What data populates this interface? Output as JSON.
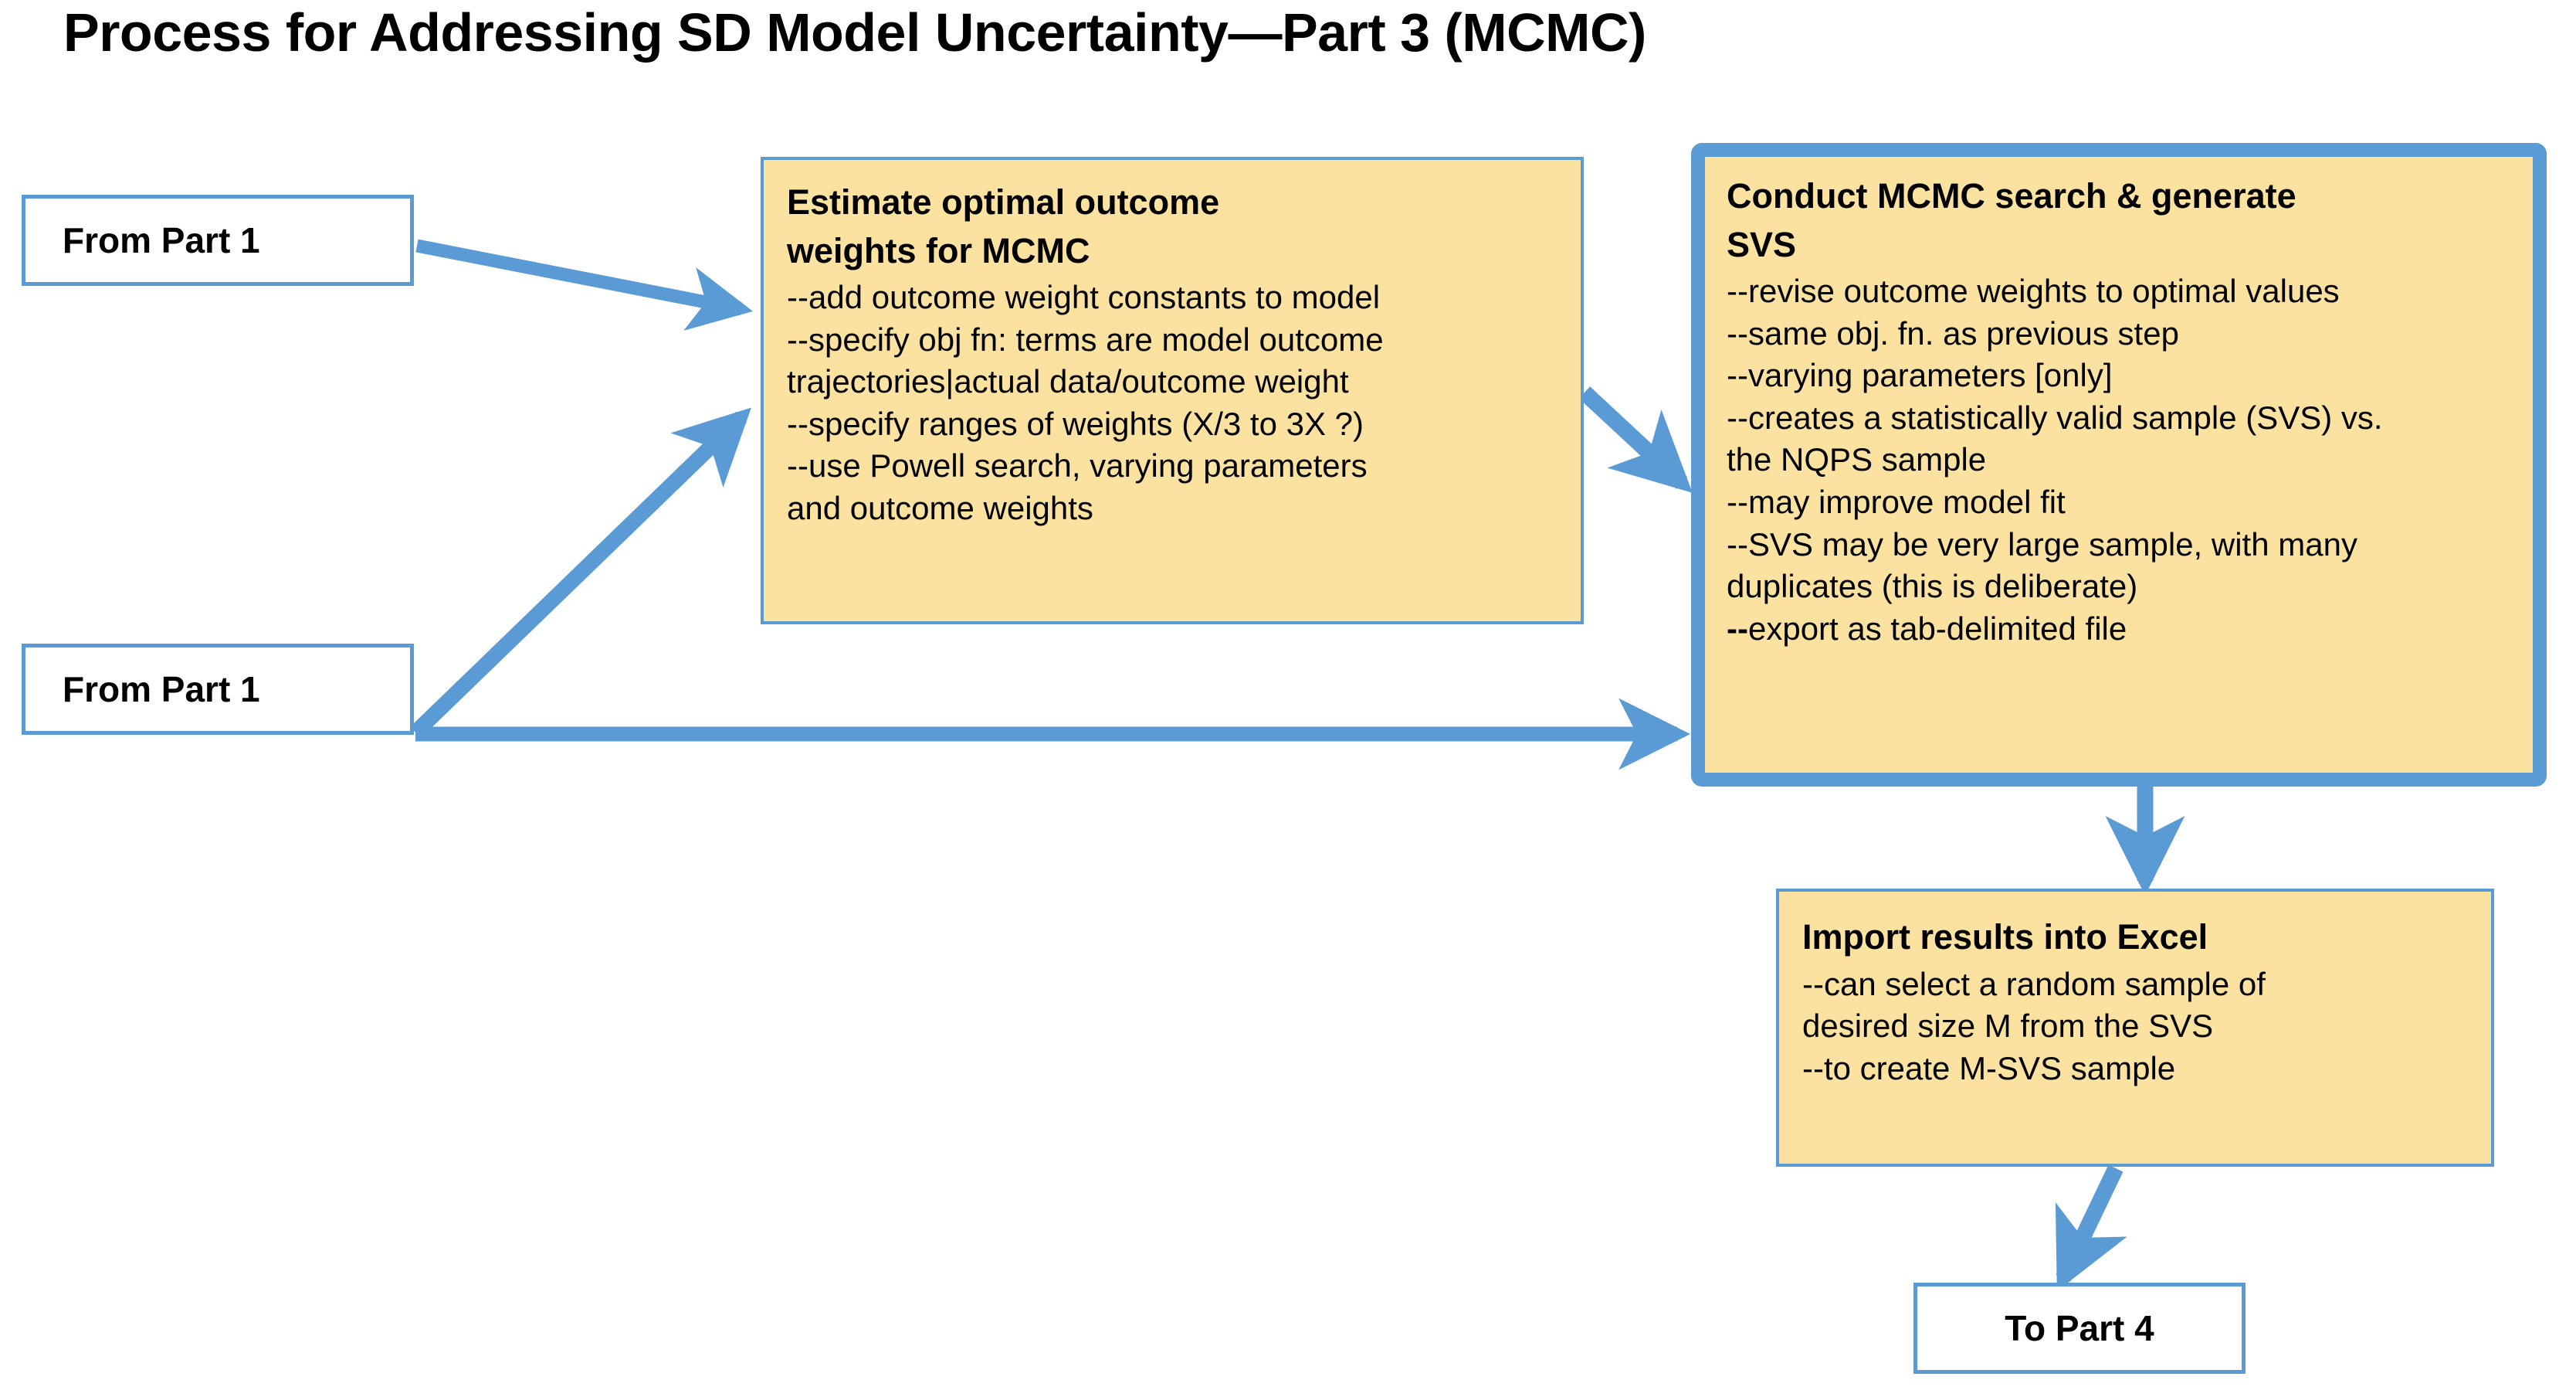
{
  "page": {
    "title": "Process for Addressing SD Model Uncertainty—Part 3 (MCMC)",
    "accent_color": "#5B9BD5",
    "box_fill_color": "#FBE2A0",
    "text_color": "#000000",
    "background_color": "#FFFFFF"
  },
  "nodes": {
    "from_part_1_top": {
      "label": "From Part 1"
    },
    "from_part_1_bottom": {
      "label": "From Part 1"
    },
    "estimate_weights": {
      "title_line_1": "Estimate optimal outcome",
      "title_line_2": "weights for MCMC",
      "bullets": [
        "--add outcome weight constants to model",
        "--specify obj fn: terms are model outcome",
        "trajectories|actual data/outcome weight",
        "--specify ranges of weights (X/3 to 3X ?)",
        "--use Powell search, varying parameters",
        "and outcome weights"
      ]
    },
    "conduct_mcmc": {
      "title_line_1": "Conduct MCMC search & generate",
      "title_line_2": "SVS",
      "bullets": [
        "--revise outcome weights to optimal values",
        "--same obj. fn. as previous step",
        "--varying parameters [only]",
        "--creates a statistically valid sample (SVS) vs.",
        "the NQPS sample",
        "--may improve model fit",
        "--SVS may be very large sample, with many",
        "duplicates (this is deliberate)"
      ],
      "last_bullet_dashes": "--",
      "last_bullet_text": "export as tab-delimited file"
    },
    "import_excel": {
      "title_line_1": "Import results into Excel",
      "bullets": [
        "--can select a random sample of",
        "desired size M from the SVS",
        "--to create M-SVS sample"
      ]
    },
    "to_part_4": {
      "label": "To Part 4"
    }
  },
  "connectors": [
    {
      "name": "from-part-1-top-to-estimate-weights",
      "from": "from_part_1_top",
      "to": "estimate_weights"
    },
    {
      "name": "from-part-1-bottom-to-estimate-weights",
      "from": "from_part_1_bottom",
      "to": "estimate_weights"
    },
    {
      "name": "from-part-1-bottom-to-conduct-mcmc",
      "from": "from_part_1_bottom",
      "to": "conduct_mcmc"
    },
    {
      "name": "estimate-weights-to-conduct-mcmc",
      "from": "estimate_weights",
      "to": "conduct_mcmc"
    },
    {
      "name": "conduct-mcmc-to-import-excel",
      "from": "conduct_mcmc",
      "to": "import_excel"
    },
    {
      "name": "import-excel-to-to-part-4",
      "from": "import_excel",
      "to": "to_part_4"
    }
  ]
}
